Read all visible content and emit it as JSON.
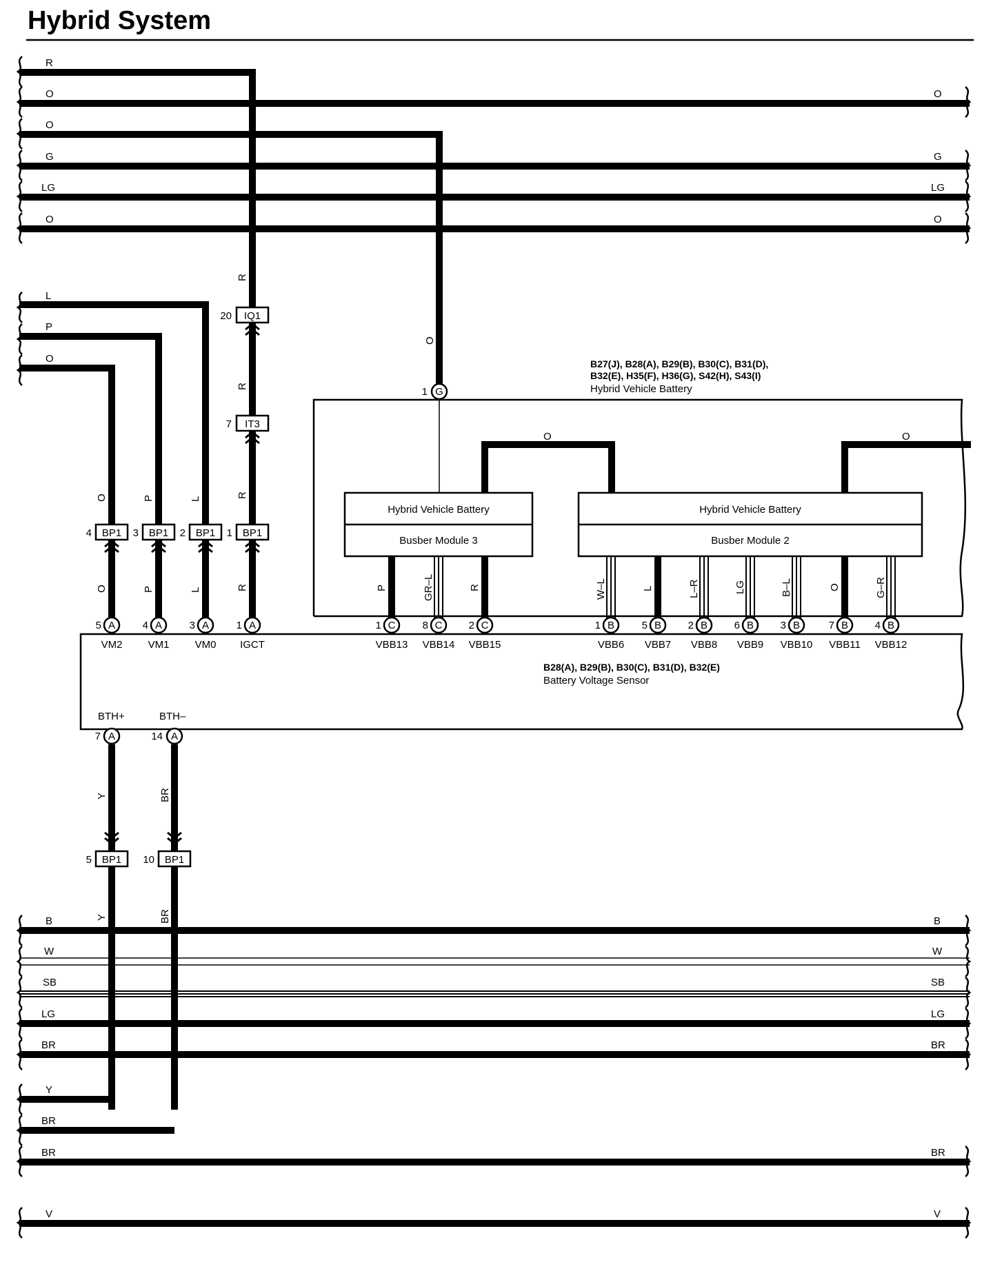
{
  "page": {
    "title": "Hybrid System"
  },
  "components": {
    "battery": {
      "codes": [
        "B27(J), B28(A), B29(B), B30(C), B31(D),",
        "B32(E), H35(F), H36(G), S42(H), S43(I)"
      ],
      "name": "Hybrid Vehicle Battery",
      "pin_top": {
        "num": "1",
        "letter": "G"
      },
      "module3": {
        "name": "Hybrid Vehicle Battery",
        "sub": "Busber Module 3"
      },
      "module2": {
        "name": "Hybrid Vehicle Battery",
        "sub": "Busber Module 2"
      }
    },
    "sensor": {
      "codes": "B28(A), B29(B), B30(C), B31(D), B32(E)",
      "name": "Battery Voltage Sensor",
      "bottom_terminals": [
        {
          "label": "BTH+",
          "num": "7",
          "letter": "A"
        },
        {
          "label": "BTH–",
          "num": "14",
          "letter": "A"
        }
      ]
    }
  },
  "wires_top": [
    {
      "left": "R",
      "right": ""
    },
    {
      "left": "O",
      "right": "O"
    },
    {
      "left": "O",
      "right": ""
    },
    {
      "left": "G",
      "right": "G"
    },
    {
      "left": "LG",
      "right": "LG"
    },
    {
      "left": "O",
      "right": "O"
    }
  ],
  "wires_mid_left": [
    "L",
    "P",
    "O"
  ],
  "wires_bottom": [
    {
      "left": "B",
      "right": "B"
    },
    {
      "left": "W",
      "right": "W"
    },
    {
      "left": "SB",
      "right": "SB"
    },
    {
      "left": "LG",
      "right": "LG"
    },
    {
      "left": "BR",
      "right": "BR"
    },
    {
      "left": "Y",
      "right": ""
    },
    {
      "left": "BR",
      "right": ""
    },
    {
      "left": "BR",
      "right": "BR"
    },
    {
      "left": "V",
      "right": "V"
    }
  ],
  "connectors": {
    "iq1": {
      "num": "20",
      "code": "IQ1"
    },
    "it3": {
      "num": "7",
      "code": "IT3"
    },
    "bp1_row": [
      {
        "num": "4",
        "code": "BP1"
      },
      {
        "num": "3",
        "code": "BP1"
      },
      {
        "num": "2",
        "code": "BP1"
      },
      {
        "num": "1",
        "code": "BP1"
      }
    ],
    "bp1_bottom": [
      {
        "num": "5",
        "code": "BP1"
      },
      {
        "num": "10",
        "code": "BP1"
      }
    ]
  },
  "vertical_labels": {
    "r_upper": "R",
    "r_mid": "R",
    "r_lower": "R",
    "r_bottom": "R",
    "o_battery": "O",
    "o_loop1": "O",
    "o_loop2": "O",
    "col_upper": [
      "O",
      "P",
      "L"
    ],
    "col_lower": [
      "O",
      "P",
      "L"
    ],
    "y": "Y",
    "br": "BR",
    "y2": "Y",
    "br2": "BR"
  },
  "sensor_terminals": [
    {
      "num": "5",
      "letter": "A",
      "name": "VM2"
    },
    {
      "num": "4",
      "letter": "A",
      "name": "VM1"
    },
    {
      "num": "3",
      "letter": "A",
      "name": "VM0"
    },
    {
      "num": "1",
      "letter": "A",
      "name": "IGCT"
    },
    {
      "num": "1",
      "letter": "C",
      "name": "VBB13",
      "wire": "P"
    },
    {
      "num": "8",
      "letter": "C",
      "name": "VBB14",
      "wire": "GR–L"
    },
    {
      "num": "2",
      "letter": "C",
      "name": "VBB15",
      "wire": "R"
    },
    {
      "num": "1",
      "letter": "B",
      "name": "VBB6",
      "wire": "W–L"
    },
    {
      "num": "5",
      "letter": "B",
      "name": "VBB7",
      "wire": "L"
    },
    {
      "num": "2",
      "letter": "B",
      "name": "VBB8",
      "wire": "L–R"
    },
    {
      "num": "6",
      "letter": "B",
      "name": "VBB9",
      "wire": "LG"
    },
    {
      "num": "3",
      "letter": "B",
      "name": "VBB10",
      "wire": "B–L"
    },
    {
      "num": "7",
      "letter": "B",
      "name": "VBB11",
      "wire": "O"
    },
    {
      "num": "4",
      "letter": "B",
      "name": "VBB12",
      "wire": "G–R"
    }
  ]
}
